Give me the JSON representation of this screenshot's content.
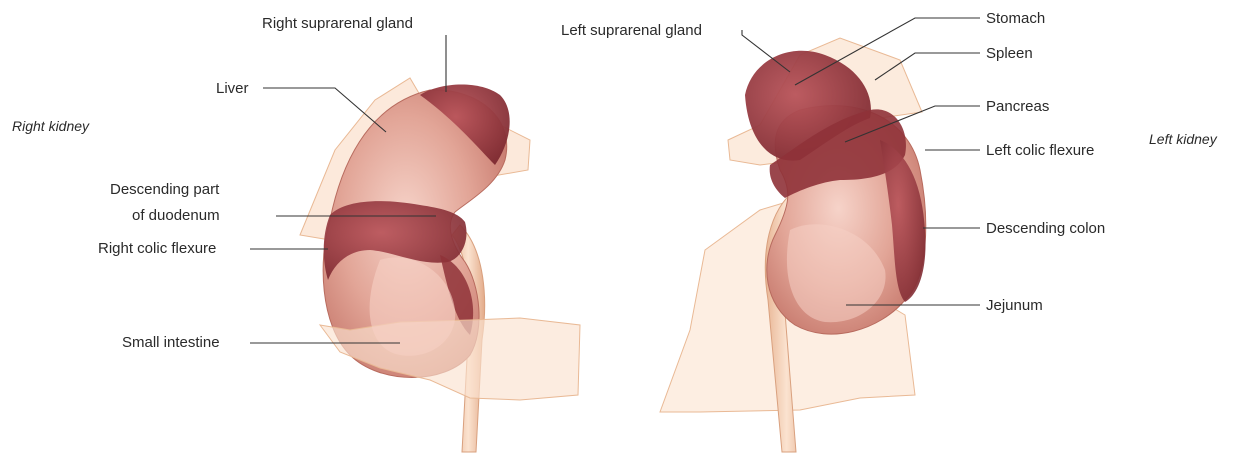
{
  "side_labels": {
    "right": "Right kidney",
    "left": "Left kidney"
  },
  "right_labels": {
    "suprarenal": "Right suprarenal gland",
    "liver": "Liver",
    "duodenum_line1": "Descending part",
    "duodenum_line2": "of duodenum",
    "colic_flexure": "Right colic flexure",
    "small_intestine": "Small intestine"
  },
  "left_labels": {
    "suprarenal": "Left suprarenal gland",
    "stomach": "Stomach",
    "spleen": "Spleen",
    "pancreas": "Pancreas",
    "colic_flexure": "Left colic flexure",
    "descending_colon": "Descending colon",
    "jejunum": "Jejunum"
  },
  "colors": {
    "kidney": "#d9958a",
    "kidney_highlight": "#f2c7bd",
    "organ_dark": "#9b3a3f",
    "organ_peach": "#f8dcc8",
    "ureter": "#f1c9a8"
  }
}
